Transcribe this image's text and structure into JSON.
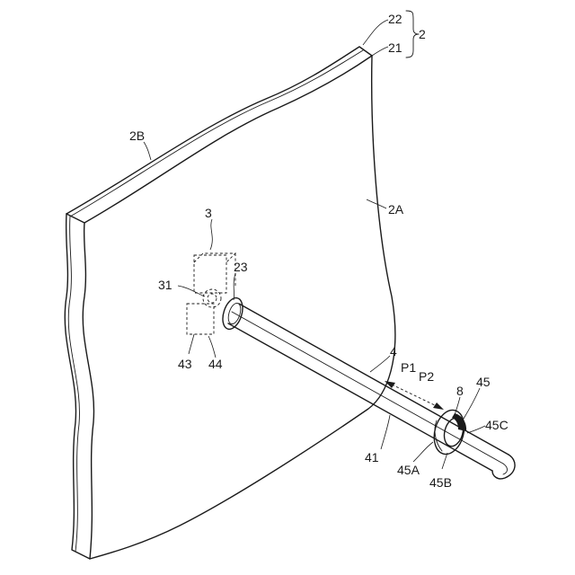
{
  "figure": {
    "labels": {
      "l22": "22",
      "l21": "21",
      "l2": "2",
      "l2B": "2B",
      "l2A": "2A",
      "l3": "3",
      "l23": "23",
      "l31": "31",
      "l43": "43",
      "l44": "44",
      "l4": "4",
      "lP1": "P1",
      "lP2": "P2",
      "l8": "8",
      "l45": "45",
      "l45C": "45C",
      "l41": "41",
      "l45A": "45A",
      "l45B": "45B"
    }
  }
}
